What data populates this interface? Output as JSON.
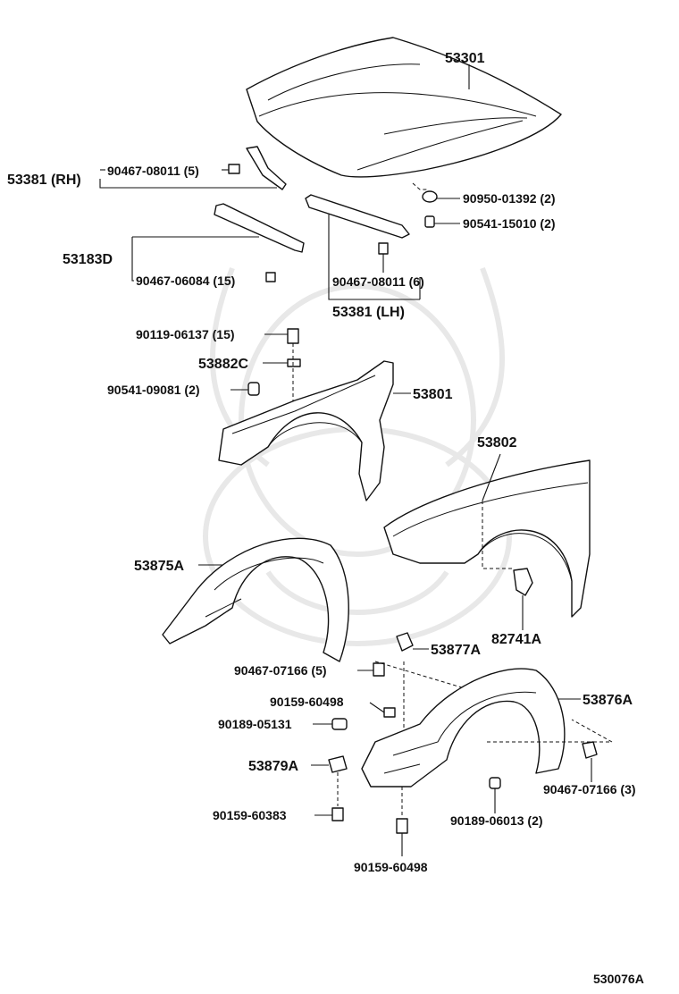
{
  "diagram_id": "530076A",
  "labels": {
    "hood": "53301",
    "seal_rh": "53381 (RH)",
    "clip_rh": "90467-08011 (5)",
    "cushion": "90950-01392 (2)",
    "cushion2": "90541-15010 (2)",
    "seal_front": "53183D",
    "clip_front": "90467-06084 (15)",
    "clip_lh": "90467-08011 (6)",
    "seal_lh": "53381 (LH)",
    "bolt": "90119-06137 (15)",
    "nut_plate": "53882C",
    "cushion3": "90541-09081 (2)",
    "fender_lh": "53801",
    "fender_rh": "53802",
    "liner_rh": "53875A",
    "bracket": "82741A",
    "clip_liner": "53877A",
    "clip_liner_qty": "90467-07166 (5)",
    "screw1": "90159-60498",
    "nut": "90189-05131",
    "liner_lh": "53876A",
    "clip_79": "53879A",
    "clip_rear": "90467-07166 (3)",
    "screw2": "90159-60383",
    "nut2": "90189-06013 (2)",
    "screw3": "90159-60498"
  }
}
